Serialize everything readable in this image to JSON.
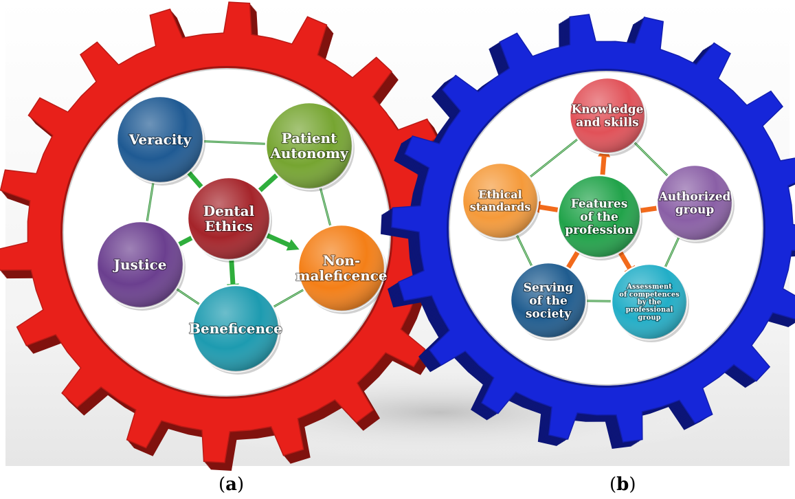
{
  "panel_a": {
    "label": "a",
    "center": {
      "lines": [
        "Dental",
        "Ethics"
      ],
      "color": "#a5242a"
    },
    "nodes": [
      {
        "id": "veracity",
        "lines": [
          "Veracity"
        ],
        "color": "#1f5a93"
      },
      {
        "id": "patient-autonomy",
        "lines": [
          "Patient",
          "Autonomy"
        ],
        "color": "#76a531"
      },
      {
        "id": "non-maleficence",
        "lines": [
          "Non-",
          "maleficence"
        ],
        "color": "#f47f17"
      },
      {
        "id": "beneficence",
        "lines": [
          "Beneficence"
        ],
        "color": "#1d9bb0"
      },
      {
        "id": "justice",
        "lines": [
          "Justice"
        ],
        "color": "#6b3f8f"
      }
    ],
    "gear_color": "#e8201a",
    "arrow_color": "#2fae3c"
  },
  "panel_b": {
    "label": "b",
    "center": {
      "lines": [
        "Features",
        "of the",
        "profession"
      ],
      "color": "#21a34a"
    },
    "nodes": [
      {
        "id": "knowledge-and-skills",
        "lines": [
          "Knowledge",
          "and skills"
        ],
        "color": "#e15158"
      },
      {
        "id": "authorized-group",
        "lines": [
          "Authorized",
          "group"
        ],
        "color": "#8a5fa6"
      },
      {
        "id": "assessment",
        "lines": [
          "Assessment",
          "of competences",
          "by the",
          "professional",
          "group"
        ],
        "color": "#22aec7"
      },
      {
        "id": "serving-society",
        "lines": [
          "Serving",
          "of the",
          "society"
        ],
        "color": "#1f5c8f"
      },
      {
        "id": "ethical-standards",
        "lines": [
          "Ethical",
          "standards"
        ],
        "color": "#f59a3a"
      }
    ],
    "gear_color": "#1626d9",
    "arrow_color": "#f26a1b"
  },
  "panel_labels": {
    "open": "(",
    "close": ")"
  }
}
